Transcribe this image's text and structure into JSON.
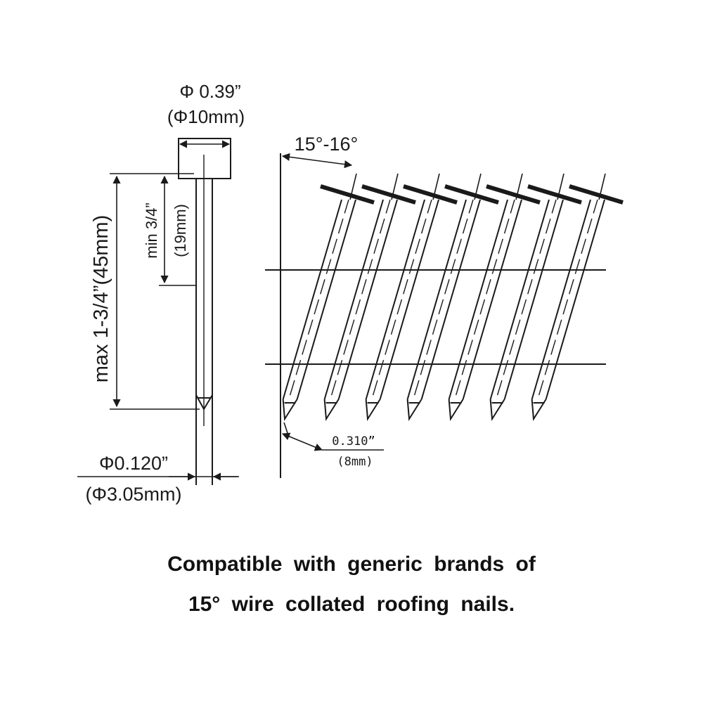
{
  "single_nail": {
    "head_diameter_in": "Φ 0.39”",
    "head_diameter_mm": "(Φ10mm)",
    "max_length": "max 1-3/4”(45mm)",
    "min_length_in": "min 3/4”",
    "min_length_mm": "(19mm)",
    "shank_diameter_in": "Φ0.120”",
    "shank_diameter_mm": "(Φ3.05mm)"
  },
  "coil": {
    "angle": "15°-16°",
    "spacing_in": "0.310”",
    "spacing_mm": "(8mm)",
    "nail_count": 7
  },
  "caption": {
    "line1": "Compatible with generic brands of",
    "line2": "15° wire collated roofing nails."
  },
  "colors": {
    "ink": "#1a1a1a",
    "background": "#ffffff"
  }
}
